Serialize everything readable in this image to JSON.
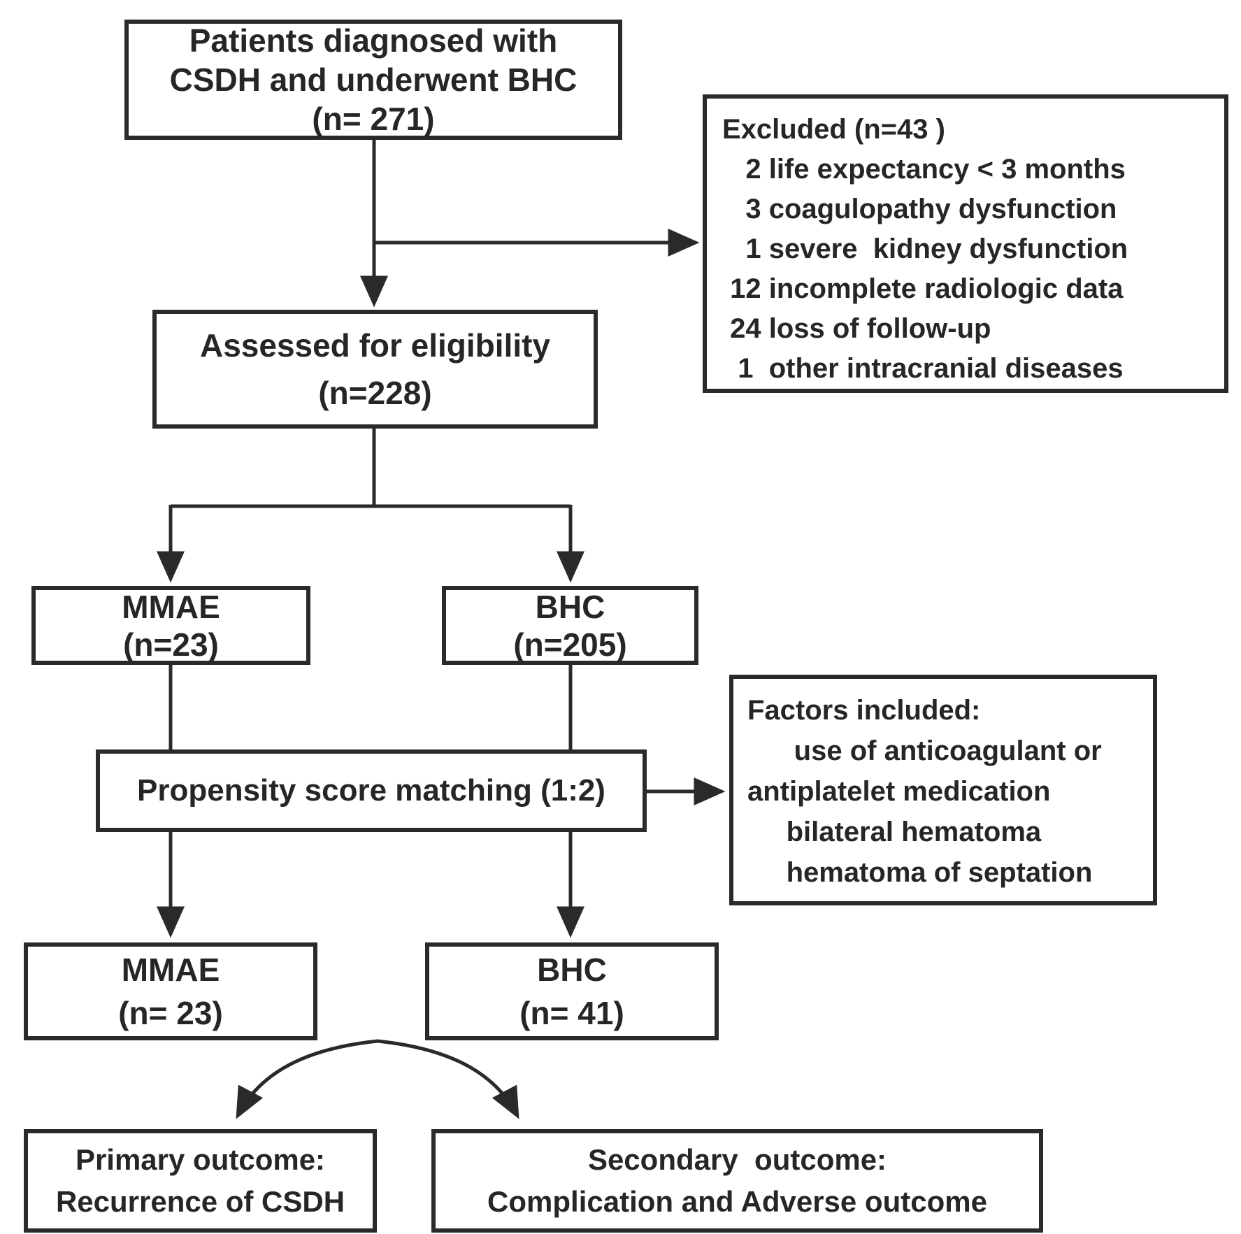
{
  "diagram": {
    "type": "patient-flowchart",
    "colors": {
      "background": "#ffffff",
      "line": "#2a2a2a",
      "text": "#262626",
      "box_fill": "#ffffff"
    },
    "boxes": {
      "patients": {
        "lines": [
          "Patients diagnosed with",
          "CSDH and underwent BHC",
          "(n= 271)"
        ]
      },
      "excluded": {
        "lines": [
          "Excluded (n=43 )",
          "   2 life expectancy < 3 months",
          "   3 coagulopathy dysfunction",
          "   1 severe  kidney dysfunction",
          " 12 incomplete radiologic data",
          " 24 loss of follow-up",
          "  1  other intracranial diseases"
        ]
      },
      "assessed": {
        "lines": [
          "Assessed for eligibility",
          "(n=228)"
        ]
      },
      "mmae_pre_match": {
        "lines": [
          "MMAE",
          "(n=23)"
        ]
      },
      "bhc_pre_match": {
        "lines": [
          "BHC",
          "(n=205)"
        ]
      },
      "propensity": {
        "lines": [
          "Propensity score matching (1:2)"
        ]
      },
      "factors": {
        "lines": [
          "Factors included:",
          "      use of anticoagulant or",
          "antiplatelet medication",
          "     bilateral hematoma",
          "     hematoma of septation"
        ]
      },
      "mmae_post_match": {
        "lines": [
          "MMAE",
          "(n= 23)"
        ]
      },
      "bhc_post_match": {
        "lines": [
          "BHC",
          "(n= 41)"
        ]
      },
      "primary_outcome": {
        "lines": [
          "Primary outcome:",
          "Recurrence of CSDH"
        ]
      },
      "secondary_outcome": {
        "lines": [
          "Secondary  outcome:",
          "Complication and Adverse outcome"
        ]
      }
    }
  }
}
